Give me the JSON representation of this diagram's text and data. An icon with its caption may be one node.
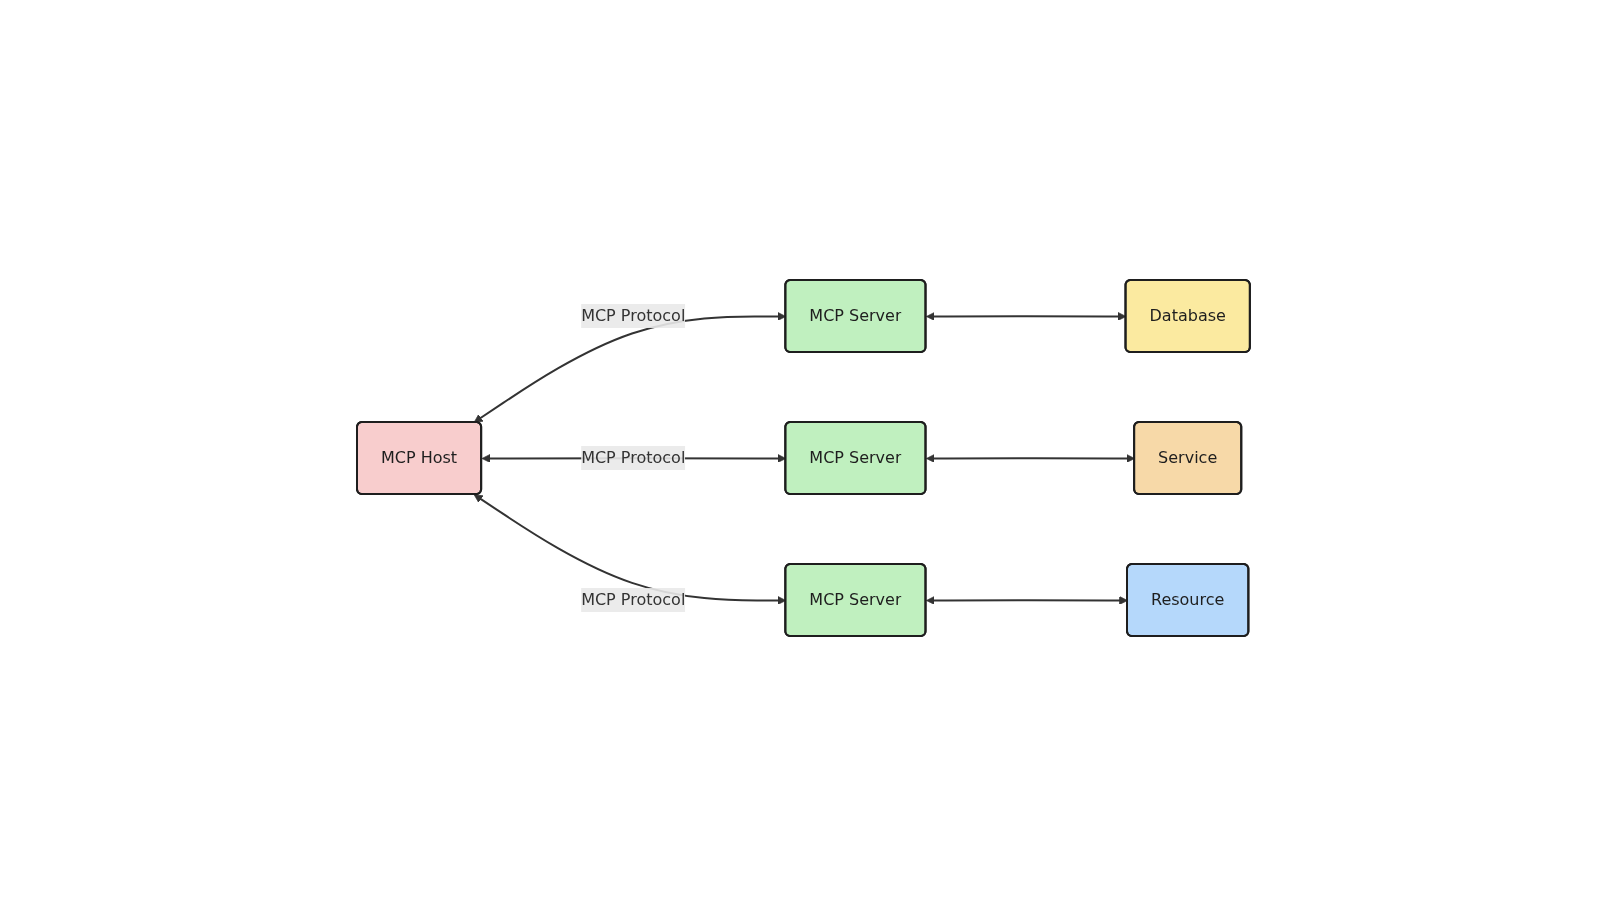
{
  "diagram": {
    "nodes": [
      {
        "text": [
          "MCP Host"
        ]
      },
      {
        "text": [
          "MCP Server"
        ]
      },
      {
        "text": [
          "Database"
        ]
      },
      {
        "text": [
          "MCP Server"
        ]
      },
      {
        "text": [
          "Service"
        ]
      },
      {
        "text": [
          "MCP Server"
        ]
      },
      {
        "text": [
          "Resource"
        ]
      }
    ],
    "edges": [
      {
        "from": 0,
        "to": 1,
        "arrow": "both",
        "label": "MCP Protocol"
      },
      {
        "from": 0,
        "to": 3,
        "arrow": "both",
        "label": "MCP Protocol"
      },
      {
        "from": 0,
        "to": 5,
        "arrow": "both",
        "label": "MCP Protocol"
      },
      {
        "from": 1,
        "to": 2,
        "arrow": "both"
      },
      {
        "from": 3,
        "to": 4,
        "arrow": "both"
      },
      {
        "from": 5,
        "to": 6,
        "arrow": "both"
      }
    ]
  }
}
